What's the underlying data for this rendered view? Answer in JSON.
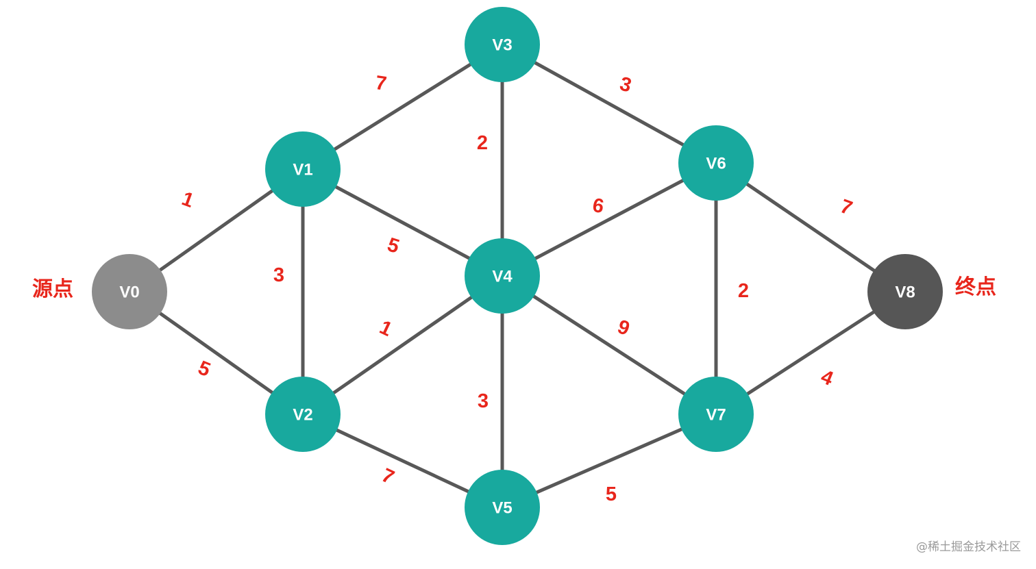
{
  "colors": {
    "node_default": "#18a99e",
    "node_source": "#8c8c8c",
    "node_target": "#565656",
    "edge": "#585858",
    "label_red": "#e8261c",
    "node_text": "#ffffff",
    "watermark": "#9a9a9a"
  },
  "labels": {
    "source": "源点",
    "target": "终点"
  },
  "watermark": "@稀土掘金技术社区",
  "nodes": [
    {
      "id": "V0",
      "label": "V0",
      "kind": "source"
    },
    {
      "id": "V1",
      "label": "V1",
      "kind": "normal"
    },
    {
      "id": "V2",
      "label": "V2",
      "kind": "normal"
    },
    {
      "id": "V3",
      "label": "V3",
      "kind": "normal"
    },
    {
      "id": "V4",
      "label": "V4",
      "kind": "normal"
    },
    {
      "id": "V5",
      "label": "V5",
      "kind": "normal"
    },
    {
      "id": "V6",
      "label": "V6",
      "kind": "normal"
    },
    {
      "id": "V7",
      "label": "V7",
      "kind": "normal"
    },
    {
      "id": "V8",
      "label": "V8",
      "kind": "target"
    }
  ],
  "edges": [
    {
      "from": "V0",
      "to": "V1",
      "weight": "1"
    },
    {
      "from": "V0",
      "to": "V2",
      "weight": "5"
    },
    {
      "from": "V1",
      "to": "V3",
      "weight": "7"
    },
    {
      "from": "V1",
      "to": "V2",
      "weight": "3"
    },
    {
      "from": "V1",
      "to": "V4",
      "weight": "5"
    },
    {
      "from": "V2",
      "to": "V4",
      "weight": "1"
    },
    {
      "from": "V2",
      "to": "V5",
      "weight": "7"
    },
    {
      "from": "V3",
      "to": "V4",
      "weight": "2"
    },
    {
      "from": "V3",
      "to": "V6",
      "weight": "3"
    },
    {
      "from": "V4",
      "to": "V6",
      "weight": "6"
    },
    {
      "from": "V4",
      "to": "V5",
      "weight": "3"
    },
    {
      "from": "V4",
      "to": "V7",
      "weight": "9"
    },
    {
      "from": "V5",
      "to": "V7",
      "weight": "5"
    },
    {
      "from": "V6",
      "to": "V7",
      "weight": "2"
    },
    {
      "from": "V6",
      "to": "V8",
      "weight": "7"
    },
    {
      "from": "V7",
      "to": "V8",
      "weight": "4"
    }
  ]
}
